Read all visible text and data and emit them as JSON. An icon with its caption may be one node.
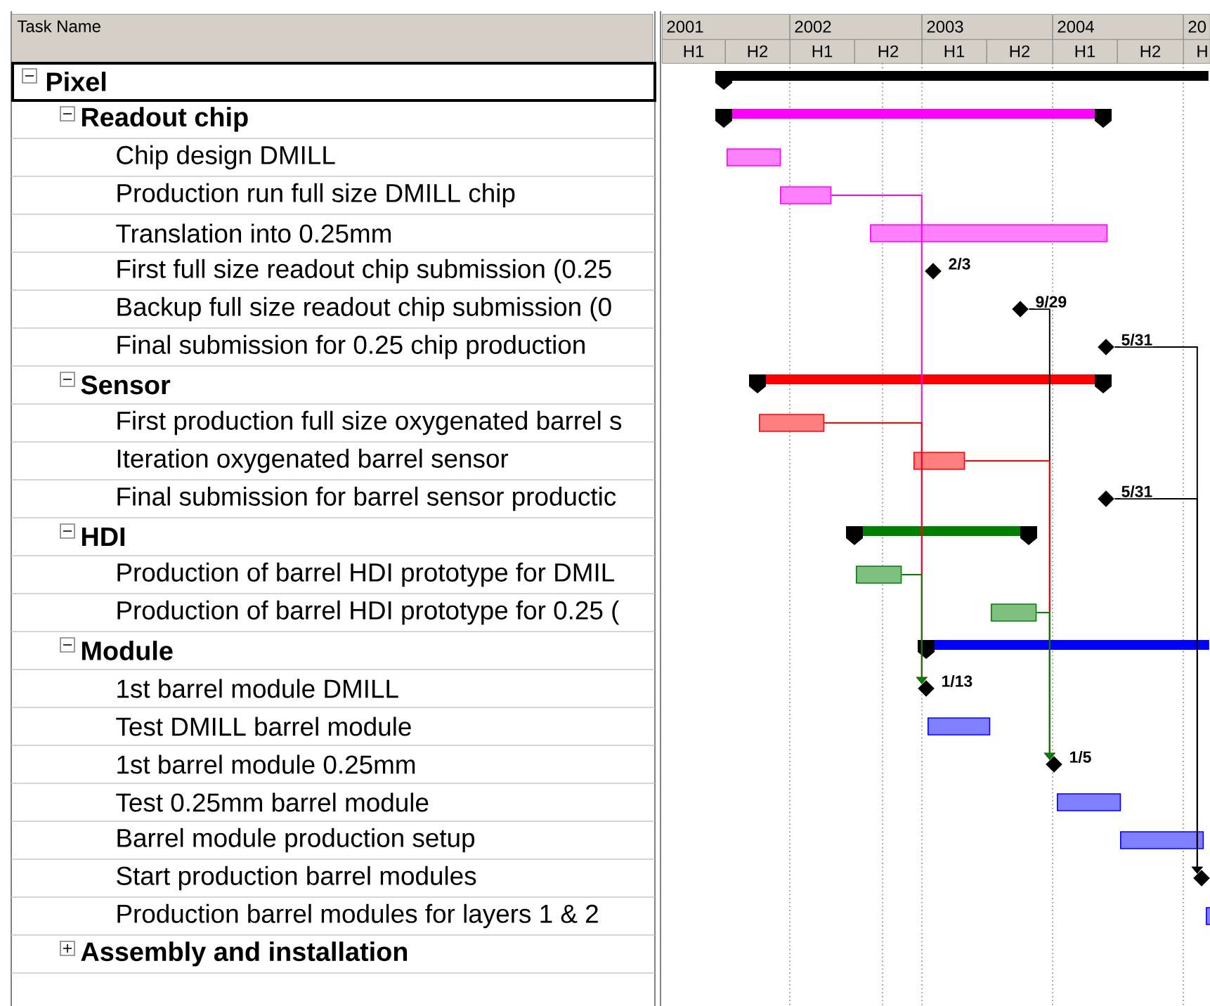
{
  "diagram": {
    "nodes": [
      {
        "text": [],
        "shape": "band"
      },
      {
        "text": [],
        "shape": "band"
      },
      {
        "text": [],
        "shape": "bar"
      },
      {
        "text": [],
        "shape": "bar"
      },
      {
        "text": [],
        "shape": "bar"
      },
      {
        "text": [],
        "shape": "diamond",
        "beside": [
          "2/3"
        ]
      },
      {
        "text": [],
        "shape": "diamond",
        "beside": [
          "9/29"
        ]
      },
      {
        "text": [],
        "shape": "diamond",
        "beside": [
          "5/31"
        ]
      },
      {
        "text": [],
        "shape": "band"
      },
      {
        "text": [],
        "shape": "bar"
      },
      {
        "text": [],
        "shape": "bar"
      },
      {
        "text": [],
        "shape": "diamond",
        "beside": [
          "5/31"
        ]
      },
      {
        "text": [],
        "shape": "band"
      },
      {
        "text": [],
        "shape": "bar"
      },
      {
        "text": [],
        "shape": "bar"
      },
      {
        "text": [],
        "shape": "band"
      },
      {
        "text": [],
        "shape": "diamond",
        "beside": [
          "1/13"
        ]
      },
      {
        "text": [],
        "shape": "bar"
      },
      {
        "text": [],
        "shape": "diamond",
        "beside": [
          "1/5"
        ]
      },
      {
        "text": [],
        "shape": "bar"
      },
      {
        "text": [],
        "shape": "bar"
      },
      {
        "text": [],
        "shape": "diamond"
      },
      {
        "text": [],
        "shape": "bar"
      }
    ],
    "edges": [
      {
        "from": 3,
        "to": 16,
        "arrow": "to",
        "color": "#ff00ff"
      },
      {
        "from": 9,
        "to": 16,
        "arrow": "to",
        "color": "#ff0000"
      },
      {
        "from": 13,
        "to": 16,
        "arrow": "to",
        "color": "#008000"
      },
      {
        "from": 6,
        "to": 18,
        "arrow": "to"
      },
      {
        "from": 10,
        "to": 18,
        "arrow": "to",
        "color": "#ff0000"
      },
      {
        "from": 14,
        "to": 18,
        "arrow": "to",
        "color": "#008000"
      },
      {
        "from": 7,
        "to": 21,
        "arrow": "to"
      },
      {
        "from": 11,
        "to": 21,
        "arrow": "to"
      }
    ],
    "labels": [
      "Task Name",
      "2001",
      "2002",
      "2003",
      "2004",
      "20",
      "H1",
      "H2",
      "H1",
      "H2",
      "H1",
      "H2",
      "H1",
      "H2",
      "H",
      "Pixel",
      "Readout chip",
      "Chip design DMILL",
      "Production run full size DMILL chip",
      "Translation into 0.25mm",
      "First full size readout chip submission (0.25",
      "Backup full size readout chip submission (0",
      "Final submission for 0.25 chip production",
      "Sensor",
      "First production full size oxygenated barrel s",
      "Iteration oxygenated barrel sensor",
      "Final submission for barrel sensor productic",
      "HDI",
      "Production of barrel HDI prototype for DMIL",
      "Production of barrel HDI prototype for 0.25 (",
      "Module",
      "1st barrel module DMILL",
      "Test DMILL barrel module",
      "1st barrel module 0.25mm",
      "Test 0.25mm barrel module",
      "Barrel module production setup",
      "Start production barrel modules",
      "Production barrel modules for layers 1 & 2",
      "Assembly and installation"
    ]
  }
}
